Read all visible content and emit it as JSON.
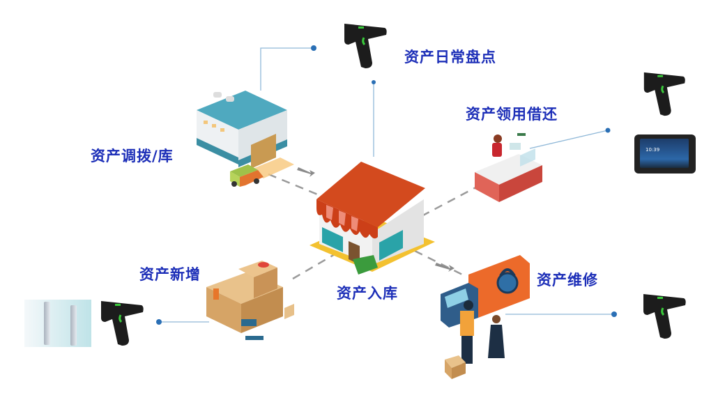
{
  "diagram": {
    "title": "",
    "center": {
      "label": "资产入库",
      "icon": "store-icon"
    },
    "nodes": [
      {
        "id": "inventory",
        "label": "资产日常盘点",
        "devices": [
          "rfid-handheld-reader"
        ]
      },
      {
        "id": "transfer",
        "label": "资产调拨/库",
        "illustration": "warehouse"
      },
      {
        "id": "borrow",
        "label": "资产领用借还",
        "illustration": "service-counter",
        "devices": [
          "rfid-handheld-reader",
          "tablet"
        ]
      },
      {
        "id": "add",
        "label": "资产新增",
        "illustration": "boxes-workers",
        "devices": [
          "rfid-gate-antennas",
          "rfid-handheld-reader"
        ]
      },
      {
        "id": "repair",
        "label": "资产维修",
        "illustration": "delivery-truck",
        "devices": [
          "rfid-handheld-reader"
        ]
      }
    ],
    "tablet_time": "10:39",
    "colors": {
      "label": "#1d2fb8",
      "connector": "#8fb8d8",
      "dot": "#2a6fb5",
      "dash": "#9a9a9a"
    }
  }
}
